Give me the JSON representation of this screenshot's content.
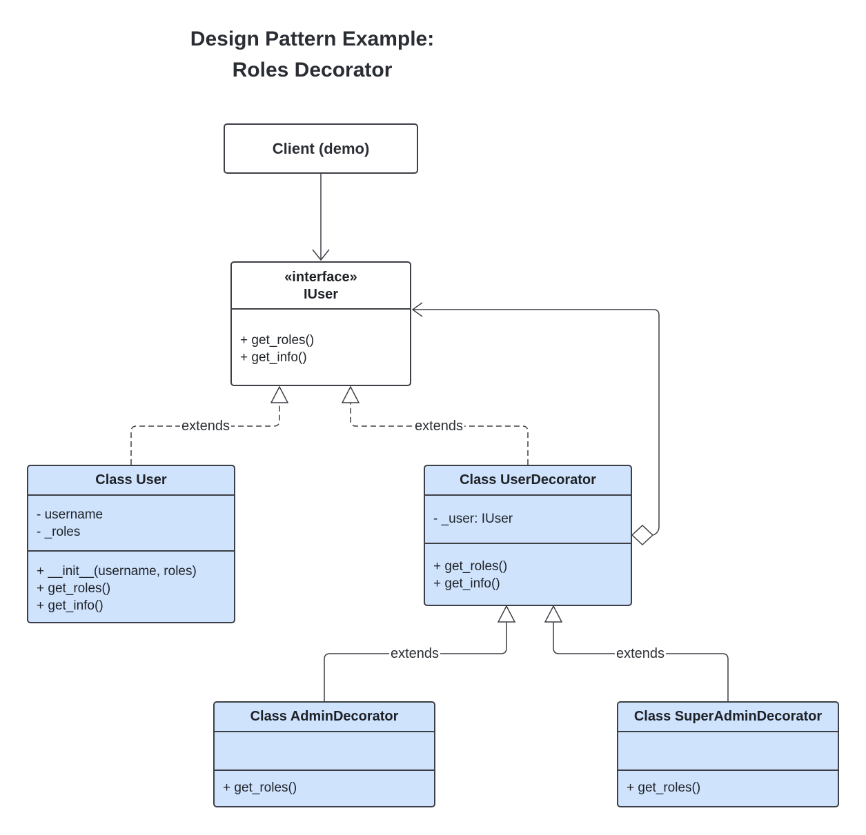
{
  "title": {
    "line1": "Design Pattern Example:",
    "line2": "Roles Decorator"
  },
  "client": {
    "label": "Client (demo)"
  },
  "iuser": {
    "stereotype": "«interface»",
    "name": "IUser",
    "methods": [
      "+ get_roles()",
      "+ get_info()"
    ]
  },
  "user": {
    "name": "Class User",
    "attributes": [
      "- username",
      "- _roles"
    ],
    "methods": [
      "+ __init__(username, roles)",
      "+ get_roles()",
      "+ get_info()"
    ]
  },
  "user_decorator": {
    "name": "Class UserDecorator",
    "attributes": [
      "- _user: IUser"
    ],
    "methods": [
      "+ get_roles()",
      "+ get_info()"
    ]
  },
  "admin_decorator": {
    "name": "Class AdminDecorator",
    "methods": [
      "+ get_roles()"
    ]
  },
  "super_admin_decorator": {
    "name": "Class SuperAdminDecorator",
    "methods": [
      "+ get_roles()"
    ]
  },
  "relations": {
    "user_extends": "extends",
    "decorator_extends": "extends",
    "admin_extends": "extends",
    "super_admin_extends": "extends"
  },
  "colors": {
    "class_fill": "#cfe3fd",
    "stroke": "#3c3f45",
    "text": "#2a2d33"
  }
}
